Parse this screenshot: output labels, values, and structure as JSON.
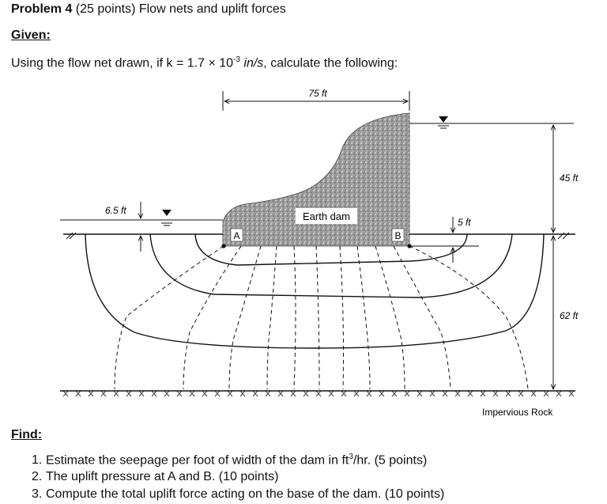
{
  "header": {
    "problem_label": "Problem 4",
    "problem_rest": " (25 points) Flow nets and uplift forces",
    "given_heading": "Given:",
    "intro_text": "Using the flow net drawn, if k = 1.7 × 10",
    "intro_exp": "-3",
    "intro_units": " in/s",
    "intro_tail": ", calculate the following:"
  },
  "figure": {
    "dim_top": "75 ft",
    "dim_upstream_height": "45 ft",
    "dim_depth": "62 ft",
    "dim_tailwater": "6.5 ft",
    "dim_embed": "5 ft",
    "dam_label": "Earth dam",
    "point_a": "A",
    "point_b": "B",
    "rock_label": "Impervious Rock"
  },
  "find": {
    "heading": "Find:",
    "tasks": [
      {
        "num": "1.",
        "text": "Estimate the seepage per foot of width of the dam in ft",
        "exp": "3",
        "tail": "/hr. (5 points)"
      },
      {
        "num": "2.",
        "text": "The uplift pressure at A and B. (10 points)",
        "exp": "",
        "tail": ""
      },
      {
        "num": "3.",
        "text": "Compute the total uplift force acting on the base of the dam. (10 points)",
        "exp": "",
        "tail": ""
      }
    ]
  }
}
